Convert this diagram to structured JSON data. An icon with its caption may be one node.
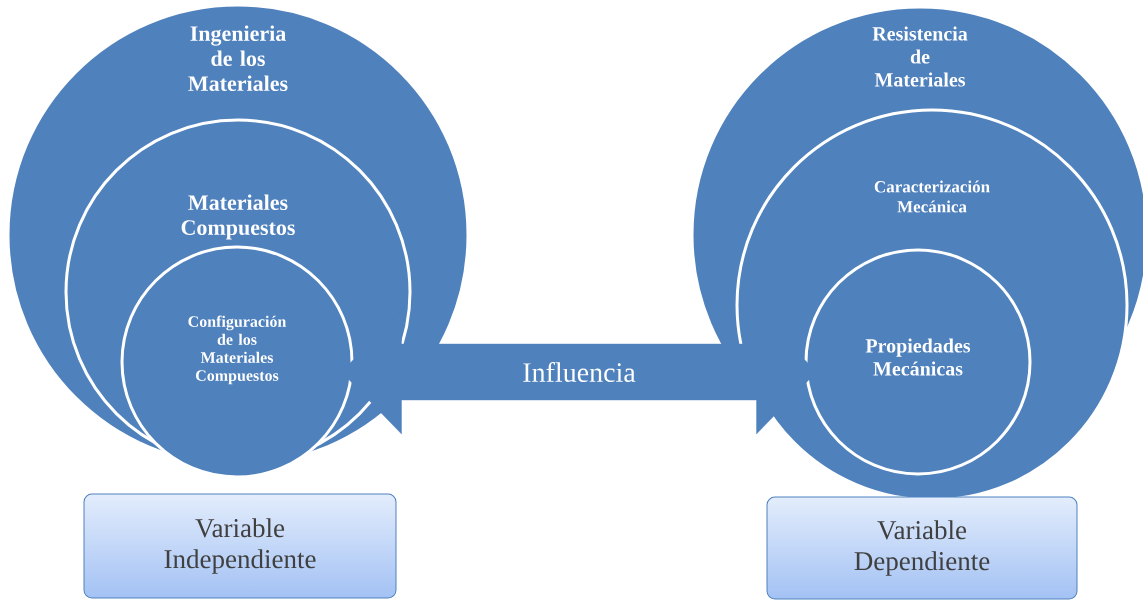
{
  "diagram": {
    "nodes": [
      {
        "text": [
          "Ingenieria de los Materiales"
        ]
      },
      {
        "text": [
          "Materiales Compuestos"
        ],
        "in": 0
      },
      {
        "text": [
          "Configuración de los Materiales Compuestos"
        ],
        "in": 1
      },
      {
        "text": [
          "Resistencia de Materiales"
        ]
      },
      {
        "text": [
          "Caracterización Mecánica"
        ],
        "in": 3
      },
      {
        "text": [
          "Propiedades Mecánicas"
        ],
        "in": 4
      },
      {
        "text": [
          "Variable Independiente"
        ]
      },
      {
        "text": [
          "Variable Dependiente"
        ]
      }
    ],
    "edges": [
      {
        "from": 2,
        "to": 5,
        "arrow": "both",
        "label": "Influencia",
        "style": "thick"
      }
    ]
  }
}
